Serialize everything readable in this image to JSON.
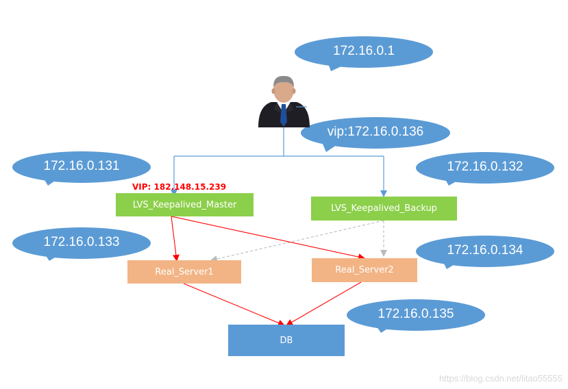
{
  "callouts": {
    "client": "172.16.0.1",
    "vip": "vip:172.16.0.136",
    "master": "172.16.0.131",
    "backup": "172.16.0.132",
    "rs1": "172.16.0.133",
    "rs2": "172.16.0.134",
    "db": "172.16.0.135"
  },
  "vip_label": "VIP:  182.148.15.239",
  "boxes": {
    "master": "LVS_Keepalived_Master",
    "backup": "LVS_Keepalived_Backup",
    "rs1": "Real_Server1",
    "rs2": "Real_Server2",
    "db": "DB"
  },
  "watermark": "https://blog.csdn.net/litao55555",
  "colors": {
    "callout": "#5b9bd5",
    "lvs": "#8ccf4a",
    "real_server": "#f2b485",
    "db": "#5b9bd5",
    "active_link": "#ff0000",
    "backup_link": "#bbbbbb",
    "client_link": "#5b9bd5",
    "vip_text": "#ff0000"
  },
  "icons": {
    "client": "businessman-icon"
  }
}
